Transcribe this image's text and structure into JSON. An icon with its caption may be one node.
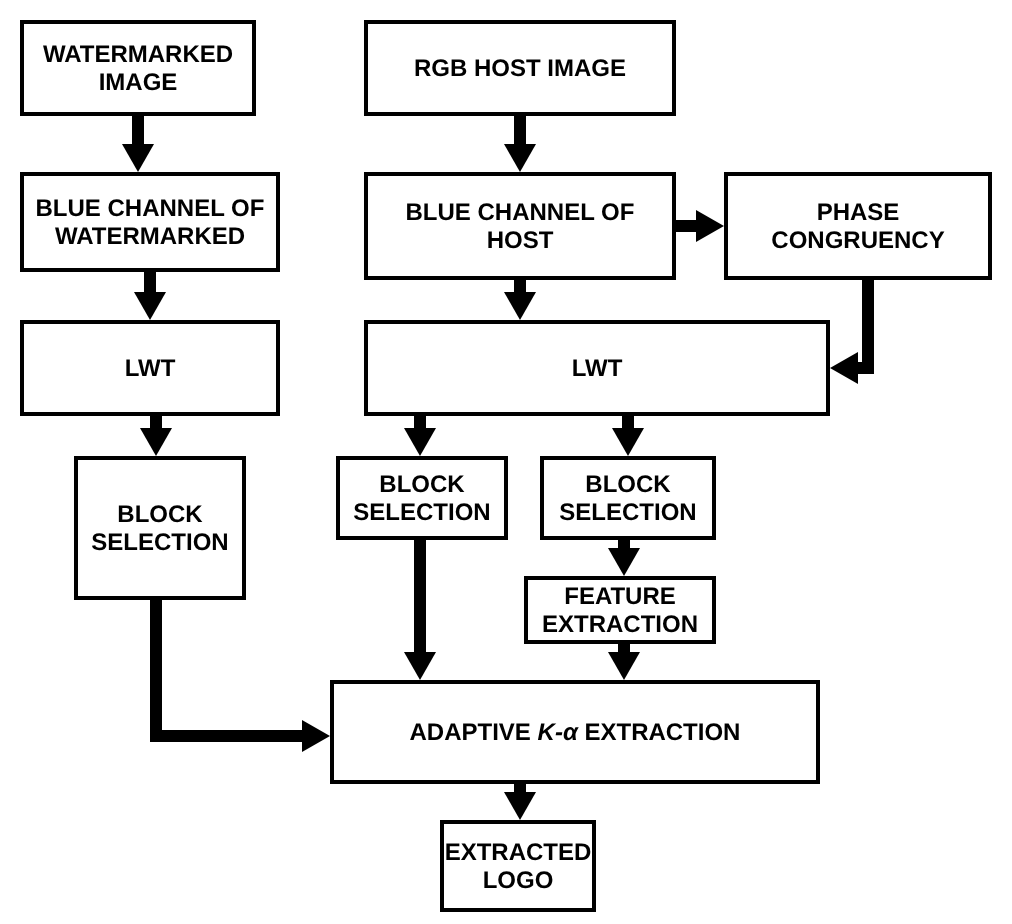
{
  "diagram": {
    "nodes": [
      {
        "text": [
          "WATERMARKED IMAGE"
        ]
      },
      {
        "text": [
          "BLUE CHANNEL OF WATERMARKED"
        ]
      },
      {
        "text": [
          "LWT"
        ]
      },
      {
        "text": [
          "BLOCK SELECTION"
        ]
      },
      {
        "text": [
          "RGB HOST IMAGE"
        ]
      },
      {
        "text": [
          "BLUE CHANNEL OF HOST"
        ]
      },
      {
        "text": [
          "PHASE CONGRUENCY"
        ]
      },
      {
        "text": [
          "LWT"
        ]
      },
      {
        "text": [
          "BLOCK SELECTION"
        ]
      },
      {
        "text": [
          "BLOCK SELECTION"
        ]
      },
      {
        "text": [
          "FEATURE EXTRACTION"
        ]
      },
      {
        "text": [
          "ADAPTIVE *K-α* EXTRACTION"
        ]
      },
      {
        "text": [
          "EXTRACTED LOGO"
        ]
      }
    ],
    "edges": [
      {
        "from": 0,
        "to": 1,
        "arrow": "to"
      },
      {
        "from": 1,
        "to": 2,
        "arrow": "to"
      },
      {
        "from": 2,
        "to": 3,
        "arrow": "to"
      },
      {
        "from": 3,
        "to": 11,
        "arrow": "to"
      },
      {
        "from": 4,
        "to": 5,
        "arrow": "to"
      },
      {
        "from": 5,
        "to": 6,
        "arrow": "to"
      },
      {
        "from": 6,
        "to": 7,
        "arrow": "to"
      },
      {
        "from": 5,
        "to": 7,
        "arrow": "to"
      },
      {
        "from": 7,
        "to": 8,
        "arrow": "to"
      },
      {
        "from": 7,
        "to": 9,
        "arrow": "to"
      },
      {
        "from": 9,
        "to": 10,
        "arrow": "to"
      },
      {
        "from": 8,
        "to": 11,
        "arrow": "to"
      },
      {
        "from": 10,
        "to": 11,
        "arrow": "to"
      },
      {
        "from": 11,
        "to": 12,
        "arrow": "to"
      }
    ]
  }
}
